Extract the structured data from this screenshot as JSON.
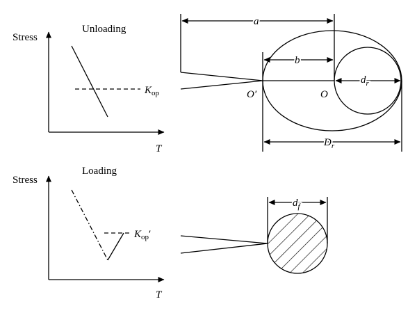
{
  "top_graph": {
    "y_label": "Stress",
    "title": "Unloading",
    "level_label": "K",
    "level_sub": "op",
    "x_label": "T"
  },
  "bottom_graph": {
    "y_label": "Stress",
    "title": "Loading",
    "level_label": "K",
    "level_sub": "op",
    "level_prime": "′",
    "x_label": "T"
  },
  "ellipse_diagram": {
    "dim_a": "a",
    "dim_b": "b",
    "dim_dr": "d",
    "dim_dr_sub": "r",
    "dim_Dr": "D",
    "dim_Dr_sub": "r",
    "point_o_prime": "O′",
    "point_o": "O"
  },
  "circle_diagram": {
    "dim_df": "d",
    "dim_df_sub": "f"
  }
}
